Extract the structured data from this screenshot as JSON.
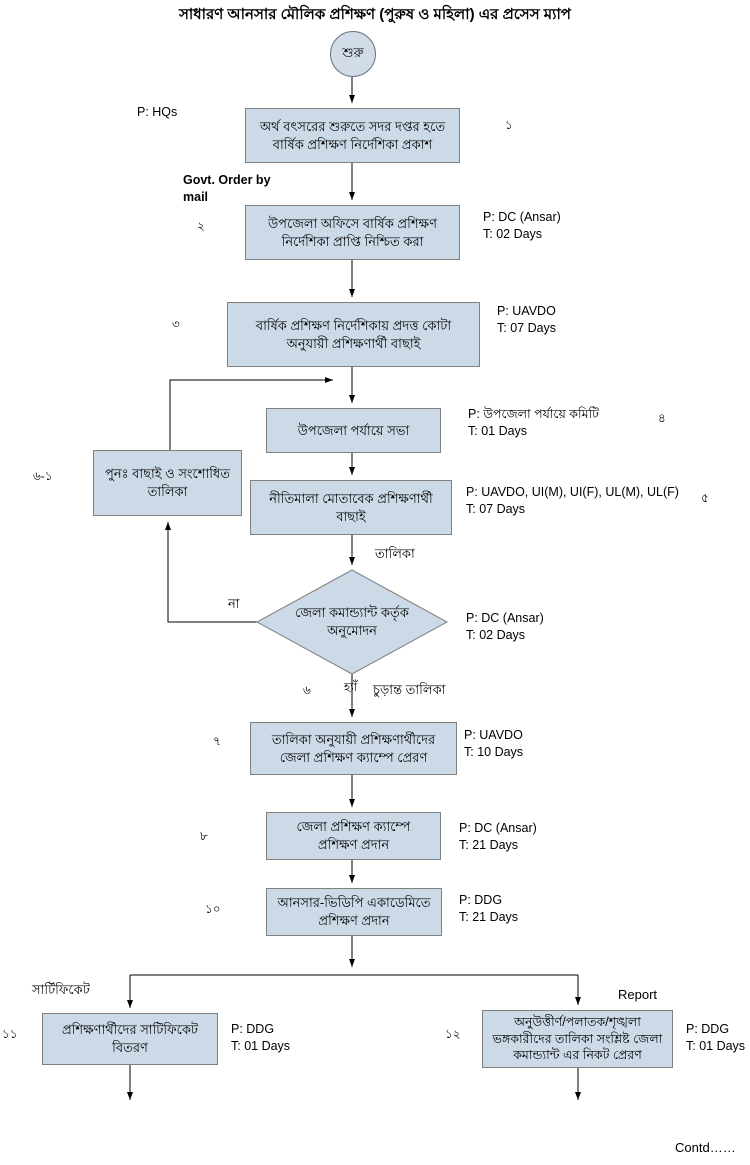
{
  "page": {
    "title": "সাধারণ আনসার মৌলিক প্রশিক্ষণ (পুরুষ ও মহিলা) এর প্রসেস ম্যাপ",
    "contd": "Contd……"
  },
  "colors": {
    "node_fill": "#ccdae8",
    "node_border": "#808080",
    "line": "#000000"
  },
  "start": {
    "label": "শুরু"
  },
  "nodes": {
    "n1": {
      "num": "১",
      "text": "অর্থ বৎসরের শুরুতে সদর দপ্তর হতে বার্ষিক প্রশিক্ষণ নির্দেশিকা প্রকাশ",
      "p": "P: HQs"
    },
    "n2": {
      "num": "২",
      "text": "উপজেলা অফিসে বার্ষিক প্রশিক্ষণ নির্দেশিকা প্রাপ্তি নিশ্চিত করা",
      "p": "P: DC (Ansar)",
      "t": "T: 02 Days"
    },
    "n3": {
      "num": "৩",
      "text": "বার্ষিক প্রশিক্ষণ নির্দেশিকায় প্রদত্ত কোটা অনুযায়ী প্রশিক্ষণার্থী বাছাই",
      "p": "P: UAVDO",
      "t": "T: 07 Days"
    },
    "n4": {
      "num": "৪",
      "text": "উপজেলা পর্যায়ে সভা",
      "p": "P: উপজেলা পর্যায়ে কমিটি",
      "t": "T: 01 Days"
    },
    "n5": {
      "num": "৫",
      "text": "নীতিমালা মোতাবেক প্রশিক্ষণার্থী বাছাই",
      "p": "P: UAVDO, UI(M), UI(F), UL(M), UL(F)",
      "t": "T: 07 Days"
    },
    "n6": {
      "num": "৬",
      "text": "জেলা কমান্ড্যান্ট কর্তৃক অনুমোদন",
      "p": "P: DC (Ansar)",
      "t": "T: 02 Days"
    },
    "n6_1": {
      "num": "৬-১",
      "text": "পুনঃ  বাছাই ও সংশোধিত তালিকা"
    },
    "n7": {
      "num": "৭",
      "text": "তালিকা অনুযায়ী প্রশিক্ষণার্থীদের জেলা প্রশিক্ষণ ক্যাম্পে প্রেরণ",
      "p": "P: UAVDO",
      "t": "T: 10 Days"
    },
    "n8": {
      "num": "৮",
      "text": "জেলা প্রশিক্ষণ ক্যাম্পে প্রশিক্ষণ প্রদান",
      "p": "P: DC (Ansar)",
      "t": "T: 21 Days"
    },
    "n10": {
      "num": "১০",
      "text": "আনসার-ভিডিপি একাডেমিতে প্রশিক্ষণ প্রদান",
      "p": "P: DDG",
      "t": "T: 21 Days"
    },
    "n11": {
      "num": "১১",
      "text": "প্রশিক্ষণার্থীদের  সাটিফিকেট বিতরণ",
      "p": "P: DDG",
      "t": "T: 01 Days"
    },
    "n12": {
      "num": "১২",
      "text": "অনুউত্তীর্ণ/পলাতক/শৃঙ্খলা ভঙ্গকারীদের তালিকা সংশ্লিষ্ট  জেলা কমান্ড্যান্ট এর নিকট প্রেরণ",
      "p": "P: DDG",
      "t": "T: 01 Days"
    }
  },
  "labels": {
    "govt_order": "Govt. Order by mail",
    "talika": "তালিকা",
    "na": "না",
    "hya": "হ্যাঁ",
    "final_list": "চুড়ান্ত তালিকা",
    "certificate": "সার্টিফিকেট",
    "report": "Report"
  }
}
